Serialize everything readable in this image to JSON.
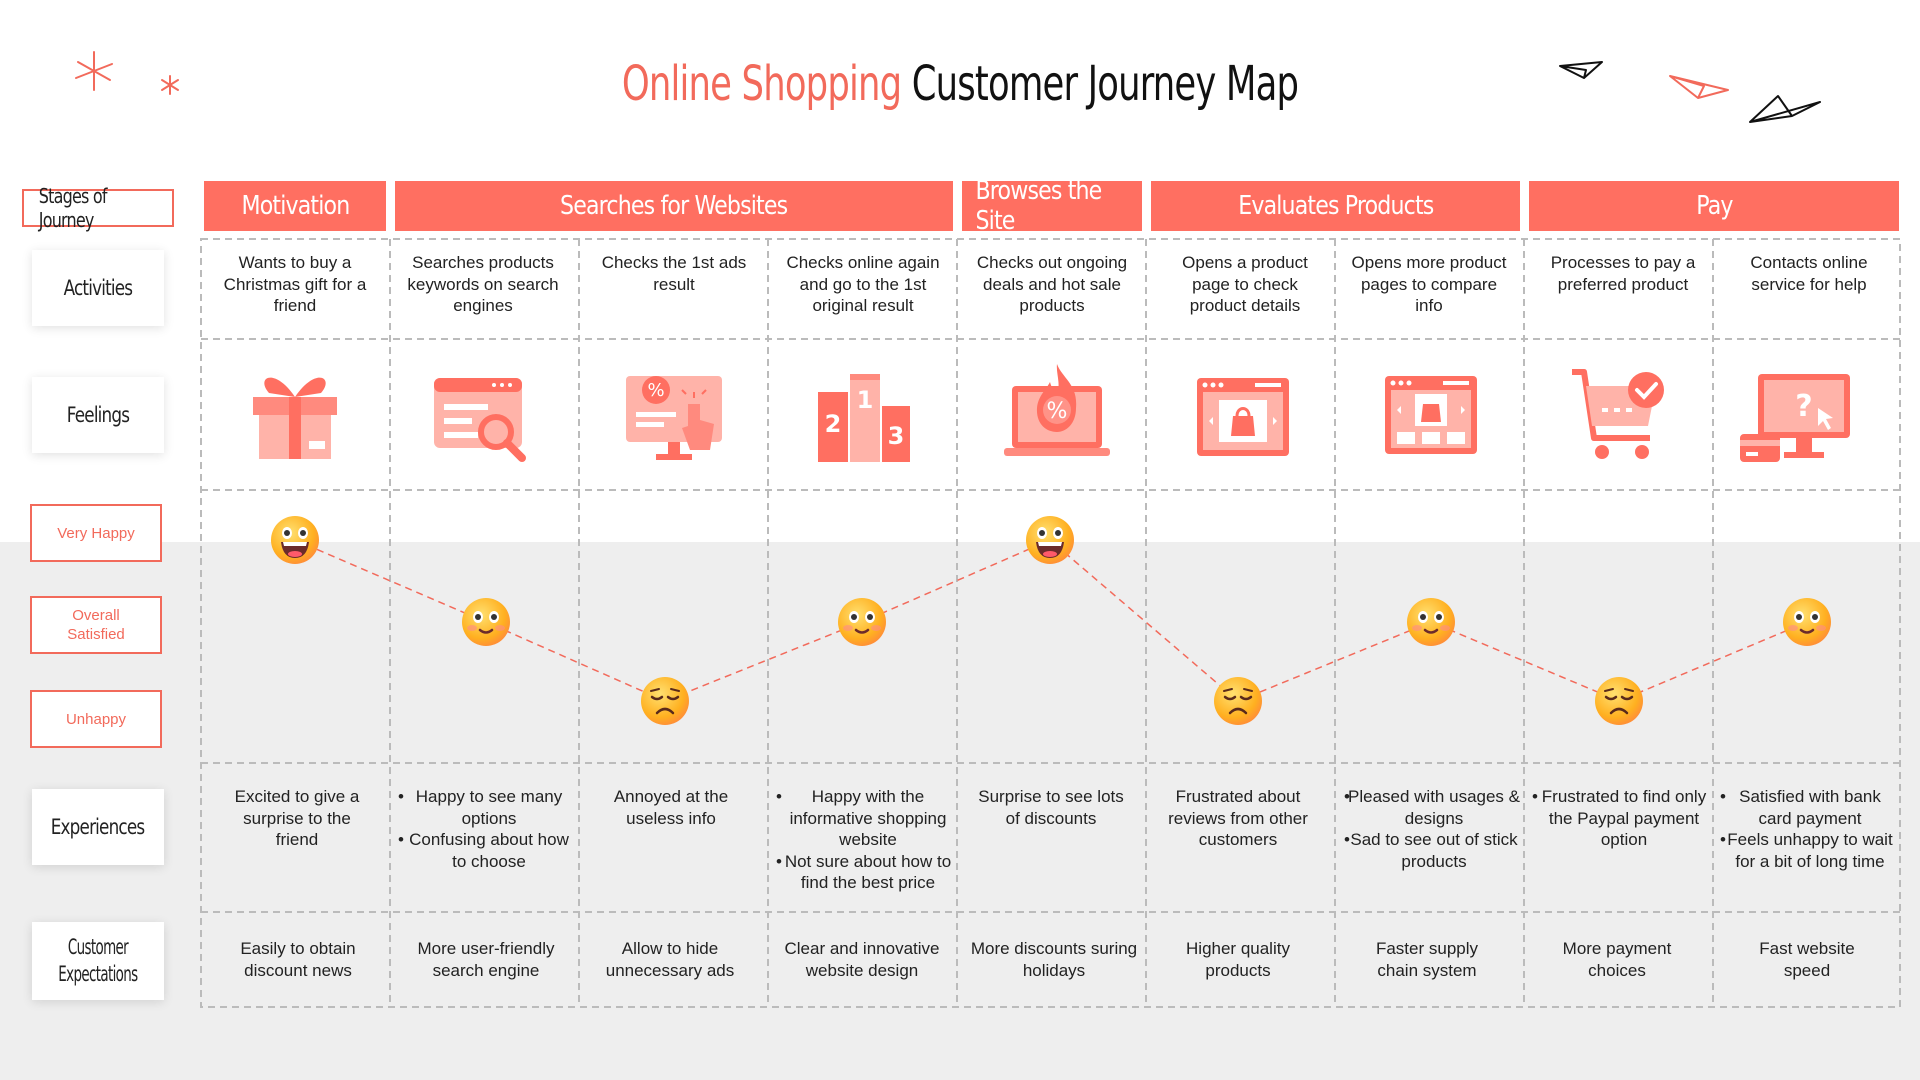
{
  "title": {
    "accent": "Online Shopping",
    "main": "Customer Journey Map"
  },
  "stages_label": "Stages of Journey",
  "stages": [
    "Motivation",
    "Searches for Websites",
    "Browses the Site",
    "Evaluates Products",
    "Pay"
  ],
  "row_labels": {
    "activities": "Activities",
    "feelings": "Feelings",
    "experiences": "Experiences",
    "expectations_1": "Customer",
    "expectations_2": "Expectations"
  },
  "mood_labels": {
    "very_happy": "Very Happy",
    "satisfied": "Overall Satisfied",
    "unhappy": "Unhappy"
  },
  "activities": [
    "Wants to buy a Christmas gift for a friend",
    "Searches products keywords on search engines",
    "Checks the 1st ads result",
    "Checks online again and go to the 1st original result",
    "Checks out ongoing deals and hot sale products",
    "Opens a product page to check product details",
    "Opens more product pages to compare info",
    "Processes to pay a preferred product",
    "Contacts online service for help"
  ],
  "icons": [
    "gift-icon",
    "search-browser-icon",
    "click-ad-icon",
    "podium-icon",
    "hot-deal-laptop-icon",
    "product-page-icon",
    "compare-products-icon",
    "cart-check-icon",
    "help-monitor-icon"
  ],
  "moods": [
    "very-happy",
    "satisfied",
    "unhappy",
    "satisfied",
    "very-happy",
    "unhappy",
    "satisfied",
    "unhappy",
    "satisfied"
  ],
  "experiences": {
    "c0": "Excited to give a surprise to the friend",
    "c1a": "Happy to see many options",
    "c1b": "Confusing about how to choose",
    "c2": "Annoyed at the useless info",
    "c3a": "Happy with the informative shopping website",
    "c3b": "Not sure about how to find the best price",
    "c4": "Surprise to see lots of discounts",
    "c5": "Frustrated about reviews from other customers",
    "c6a": "Pleased with usages & designs",
    "c6b": "Sad to see out of stick products",
    "c7": "Frustrated to find only the Paypal payment option",
    "c8a": "Satisfied with bank card payment",
    "c8b": "Feels unhappy to wait for a bit of long time"
  },
  "expectations": [
    "Easily to obtain discount news",
    "More user-friendly search engine",
    "Allow to hide unnecessary ads",
    "Clear and innovative website design",
    "More discounts suring holidays",
    "Higher quality products",
    "Faster supply chain system",
    "More payment choices",
    "Fast website speed"
  ],
  "colors": {
    "accent": "#ff6f61",
    "accent_text": "#f26a5b",
    "icon_light": "#ffb3a9",
    "grey_band": "#eeeeee"
  }
}
